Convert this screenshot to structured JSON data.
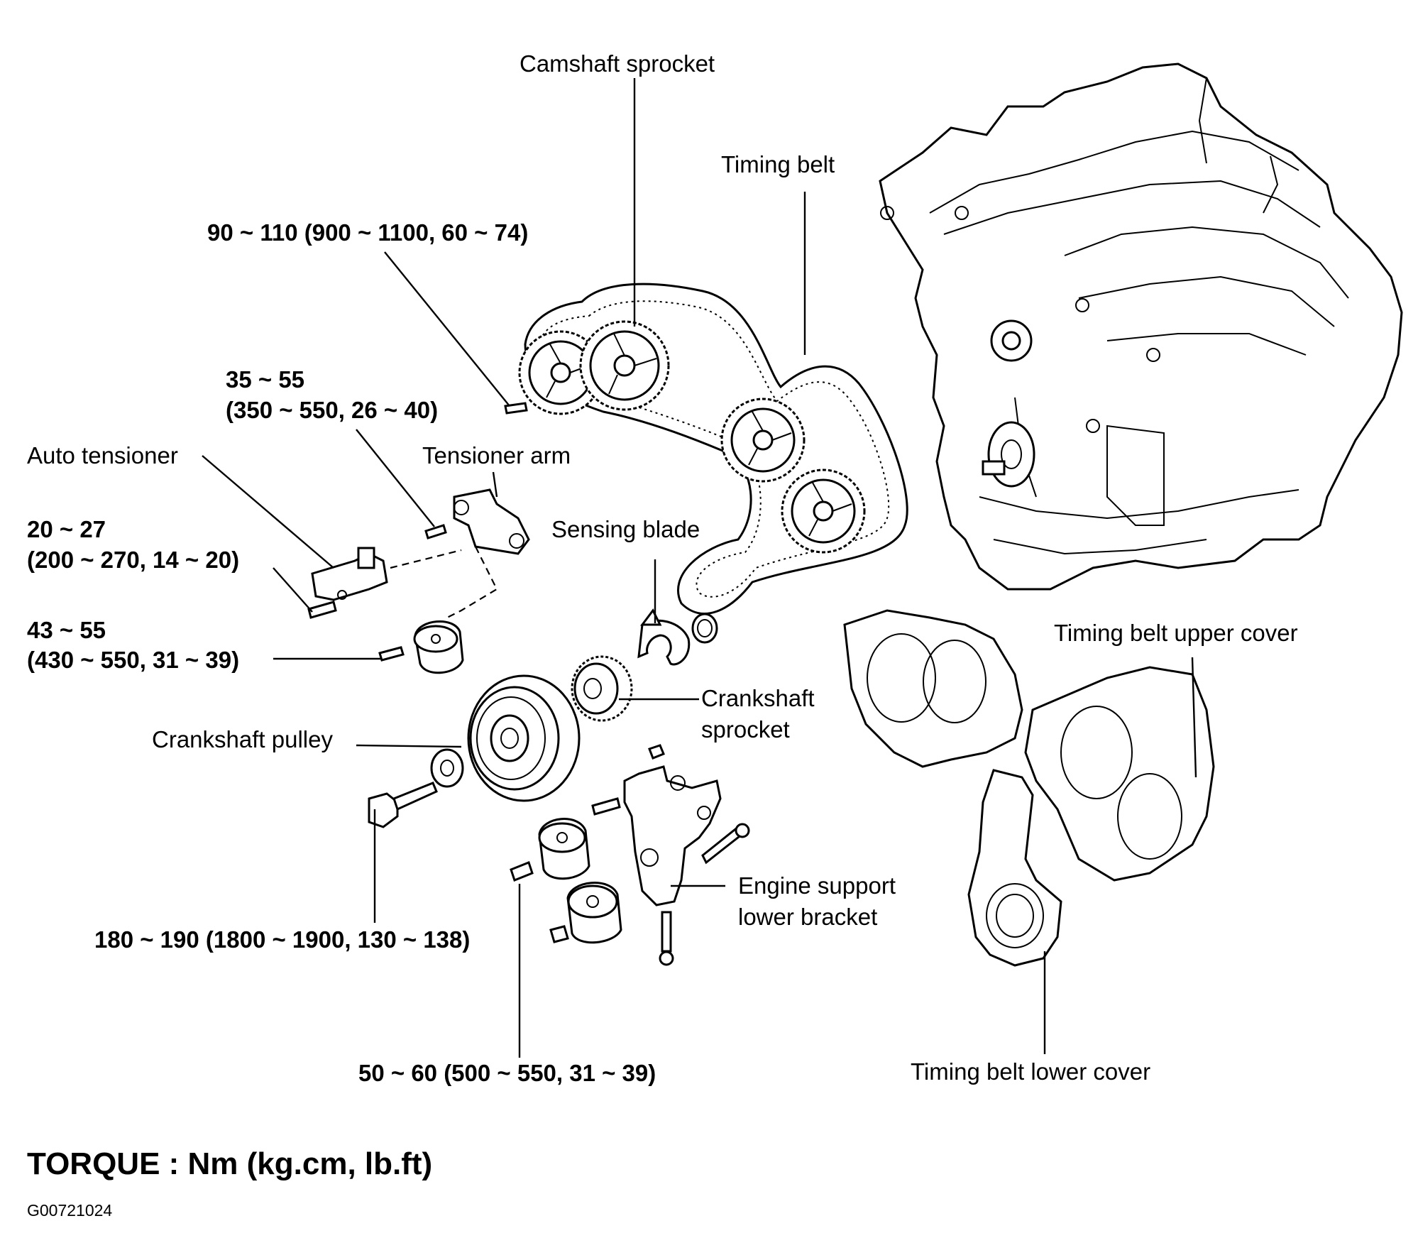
{
  "labels": {
    "camshaft_sprocket": "Camshaft sprocket",
    "timing_belt": "Timing belt",
    "torque_camshaft": "90 ~ 110 (900 ~ 1100, 60 ~ 74)",
    "torque_tensioner_arm_line1": "35 ~ 55",
    "torque_tensioner_arm_line2": "(350 ~ 550, 26 ~ 40)",
    "auto_tensioner": "Auto tensioner",
    "tensioner_arm": "Tensioner arm",
    "torque_auto_tensioner_line1": "20 ~ 27",
    "torque_auto_tensioner_line2": "(200 ~ 270, 14 ~ 20)",
    "sensing_blade": "Sensing blade",
    "torque_idler_line1": "43 ~ 55",
    "torque_idler_line2": "(430 ~ 550, 31 ~ 39)",
    "timing_belt_upper_cover": "Timing belt upper cover",
    "crankshaft_sprocket_line1": "Crankshaft",
    "crankshaft_sprocket_line2": "sprocket",
    "crankshaft_pulley": "Crankshaft pulley",
    "engine_support_line1": "Engine support",
    "engine_support_line2": "lower bracket",
    "torque_crank_bolt": "180 ~ 190 (1800 ~ 1900, 130 ~ 138)",
    "torque_bracket": "50 ~ 60 (500 ~ 550, 31 ~ 39)",
    "timing_belt_lower_cover": "Timing belt lower cover"
  },
  "footer": {
    "torque_units": "TORQUE : Nm (kg.cm, lb.ft)",
    "figure_code": "G00721024"
  }
}
